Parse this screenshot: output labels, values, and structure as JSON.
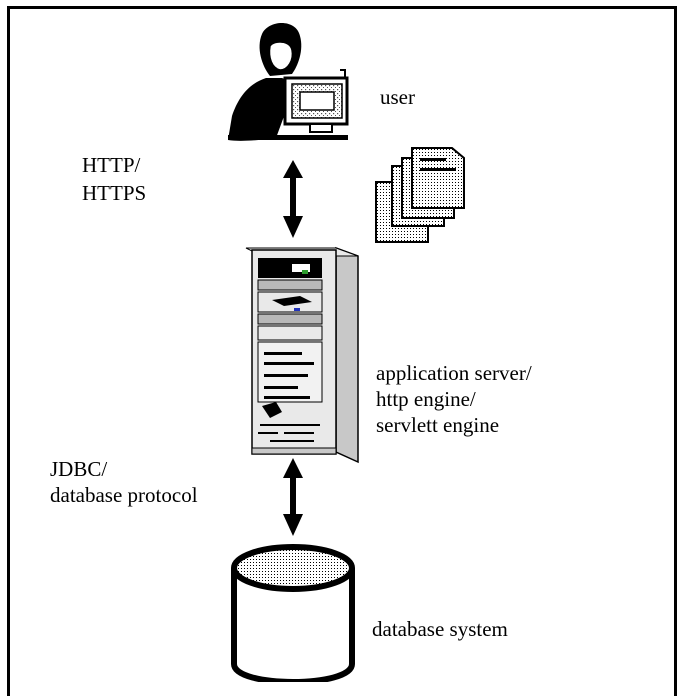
{
  "labels": {
    "user": "user",
    "http_line1": "HTTP/",
    "http_line2": "HTTPS",
    "app_line1": "application server/",
    "app_line2": "http engine/",
    "app_line3": "servlett engine",
    "jdbc_line1": "JDBC/",
    "jdbc_line2": "database protocol",
    "database": "database system"
  },
  "colors": {
    "ink": "#000000",
    "background": "#ffffff",
    "server_light": "#e9e9e9",
    "server_side": "#c8c8c8",
    "led_green": "#2e9d2e",
    "led_blue": "#2233bb"
  },
  "icons": [
    "user-at-computer-icon",
    "documents-stack-icon",
    "server-tower-icon",
    "database-cylinder-icon",
    "double-arrow-icon"
  ]
}
